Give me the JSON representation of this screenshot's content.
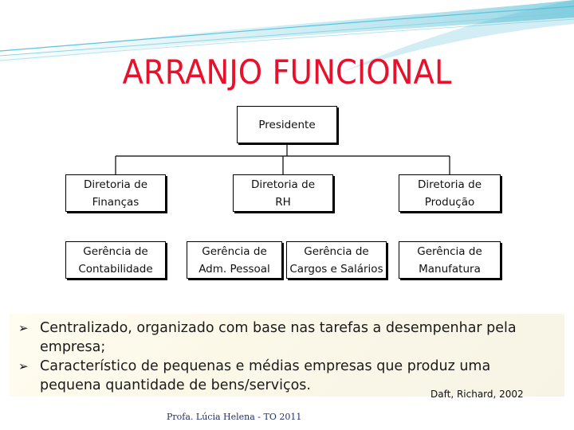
{
  "slide": {
    "title": "ARRANJO FUNCIONAL",
    "title_color": "#e8112d",
    "accent_color": "#4ab7cf"
  },
  "org_chart": {
    "top": "Presidente",
    "level1": [
      "Diretoria de\nFinanças",
      "Diretoria de\nRH",
      "Diretoria de\nProdução"
    ],
    "level2": [
      "Gerência de\nContabilidade",
      "Gerência de\nAdm. Pessoal",
      "Gerência de\nCargos e Salários",
      "Gerência de\nManufatura"
    ]
  },
  "bullets": [
    "Centralizado, organizado com base nas tarefas a desempenhar pela empresa;",
    "Característico de pequenas e médias empresas que produz uma pequena quantidade de bens/serviços."
  ],
  "citation": "Daft, Richard, 2002",
  "footer": "Profa. Lúcia Helena - TO 2011"
}
